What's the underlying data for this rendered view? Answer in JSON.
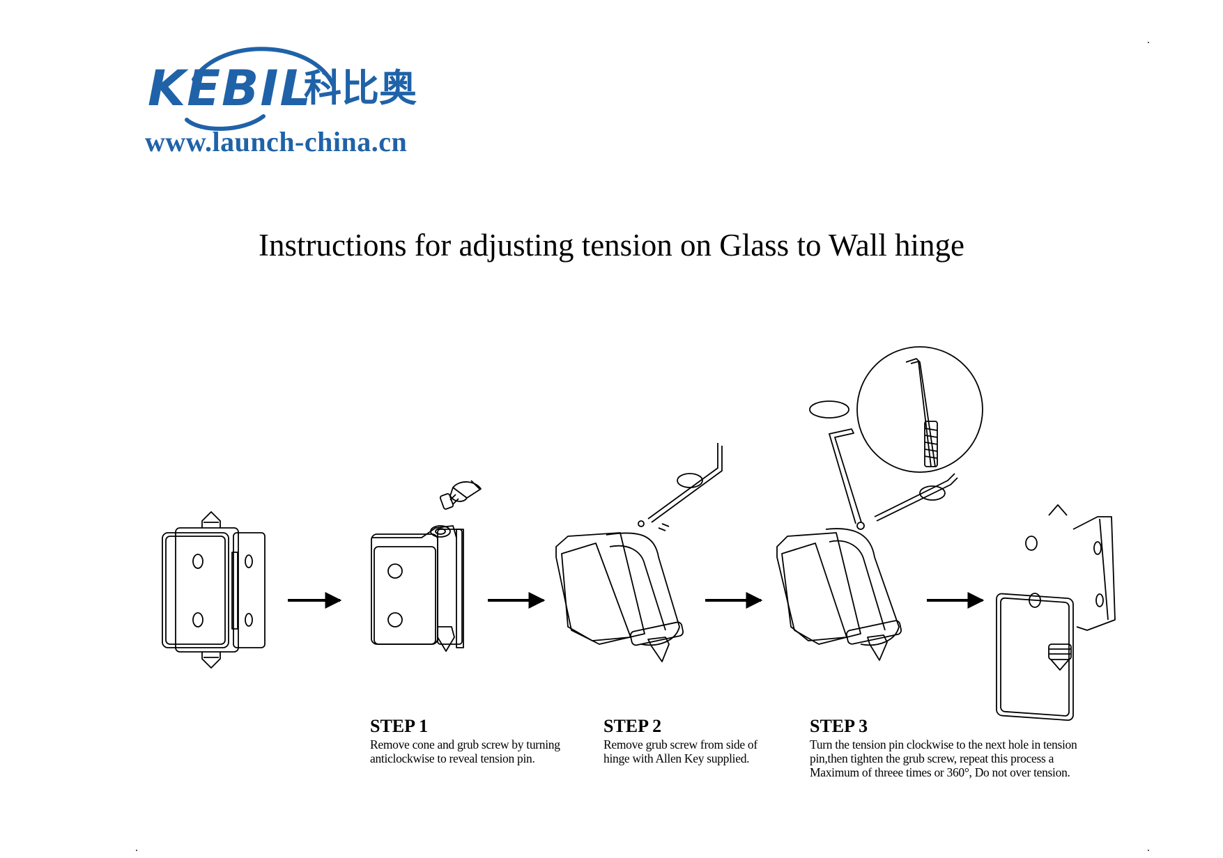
{
  "brand": {
    "wordmark": "KEBIL",
    "chinese": "科比奥",
    "url": "www.launch-china.cn",
    "color": "#1f62a8"
  },
  "title": "Instructions for adjusting tension on Glass to Wall hinge",
  "steps": [
    {
      "label": "STEP 1",
      "text": [
        "Remove cone and grub screw by turning",
        "anticlockwise to reveal tension pin."
      ]
    },
    {
      "label": "STEP 2",
      "text": [
        "Remove  grub screw from side of",
        "hinge with Allen Key supplied."
      ]
    },
    {
      "label": "STEP 3",
      "text": [
        "Turn the tension pin clockwise to the next hole in tension",
        "pin,then tighten the grub screw, repeat this process a",
        "Maximum of threee times or 360°, Do not over tension."
      ]
    }
  ],
  "icons": [
    "hinge-closed-icon",
    "hinge-cone-removed-icon",
    "allen-key-icon",
    "hinge-tension-pin-icon",
    "hinge-final-icon",
    "arrow-right-icon"
  ]
}
